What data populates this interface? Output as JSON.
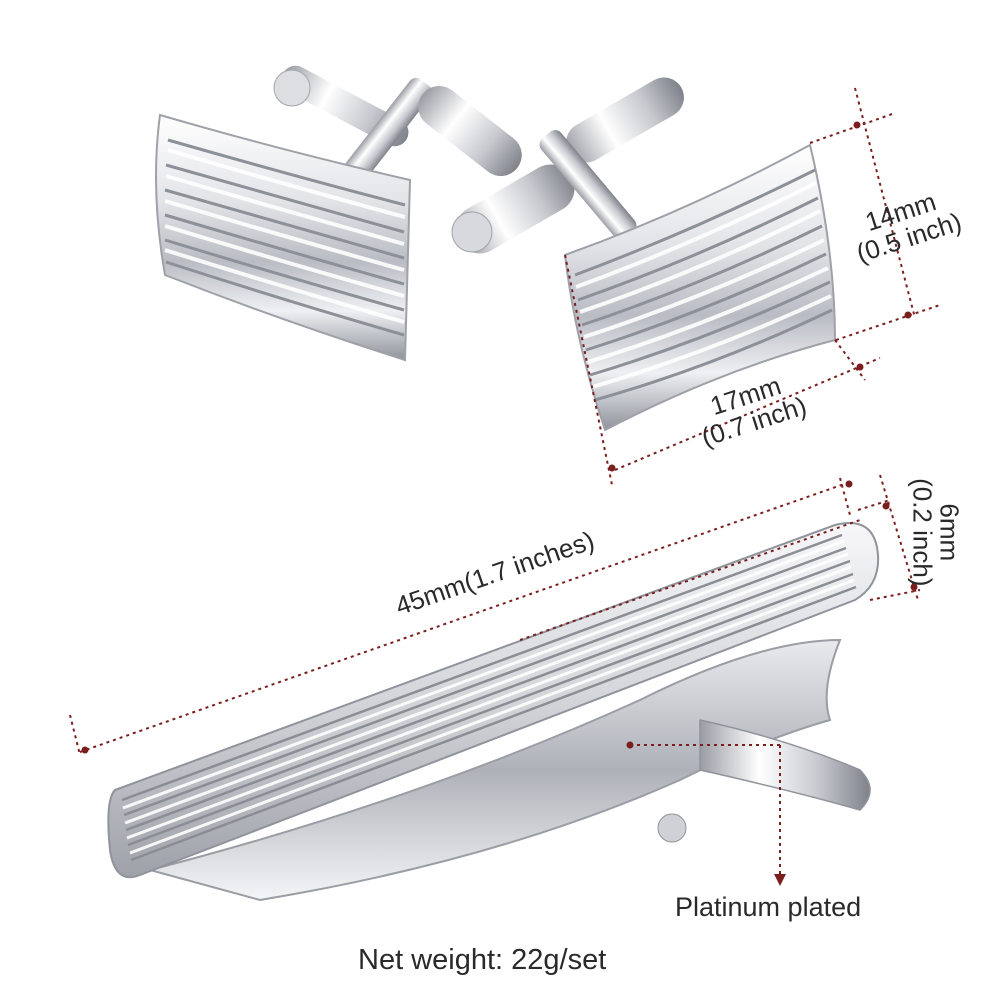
{
  "labels": {
    "cufflink_height": "14mm",
    "cufflink_height_inch": "(0.5 inch)",
    "cufflink_width": "17mm",
    "cufflink_width_inch": "(0.7 inch)",
    "tiebar_length": "45mm(1.7 inches)",
    "tiebar_height": "6mm",
    "tiebar_height_inch": "(0.2 inch)",
    "finish": "Platinum plated",
    "net_weight": "Net weight: 22g/set"
  },
  "colors": {
    "dimension_line": "#7a1e1e",
    "metal_light": "#f4f4f6",
    "metal_mid": "#c9cbd0",
    "metal_dark": "#8a8d94",
    "text": "#2a2a2a"
  }
}
